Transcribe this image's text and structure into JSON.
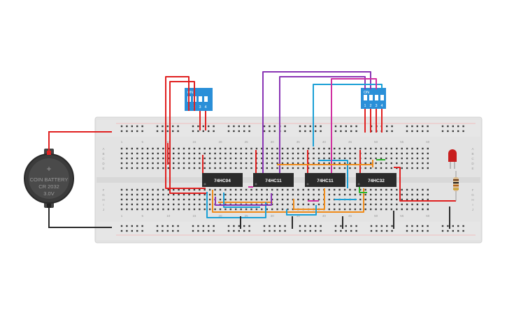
{
  "battery": {
    "label": "COIN BATTERY",
    "model": "CR 2032",
    "voltage": "3.0V",
    "plus": "+"
  },
  "chips": [
    {
      "label": "74HC04"
    },
    {
      "label": "74HC11"
    },
    {
      "label": "74HC11"
    },
    {
      "label": "74HC32"
    }
  ],
  "dip_switches": [
    {
      "on_label": "ON",
      "positions": [
        "1",
        "2",
        "3",
        "4"
      ]
    },
    {
      "on_label": "ON",
      "positions": [
        "1",
        "2",
        "3",
        "4"
      ]
    }
  ],
  "breadboard": {
    "column_numbers": [
      "1",
      "5",
      "10",
      "15",
      "20",
      "25",
      "30",
      "35",
      "40",
      "45",
      "50",
      "55",
      "60"
    ],
    "row_letters_top": [
      "A",
      "B",
      "C",
      "D",
      "E"
    ],
    "row_letters_bottom": [
      "F",
      "G",
      "H",
      "I",
      "J"
    ]
  },
  "colors": {
    "breadboard": "#e3e3e3",
    "chip": "#2b2b2b",
    "dip_switch": "#2a8fd8",
    "wire_red": "#e02020",
    "wire_black": "#2a2a2a",
    "wire_purple": "#8a35b5",
    "wire_cyan": "#1aa0d6",
    "wire_orange": "#f08c1a",
    "wire_magenta": "#d030a0",
    "wire_green": "#2db52d",
    "led": "#c81e1e"
  }
}
